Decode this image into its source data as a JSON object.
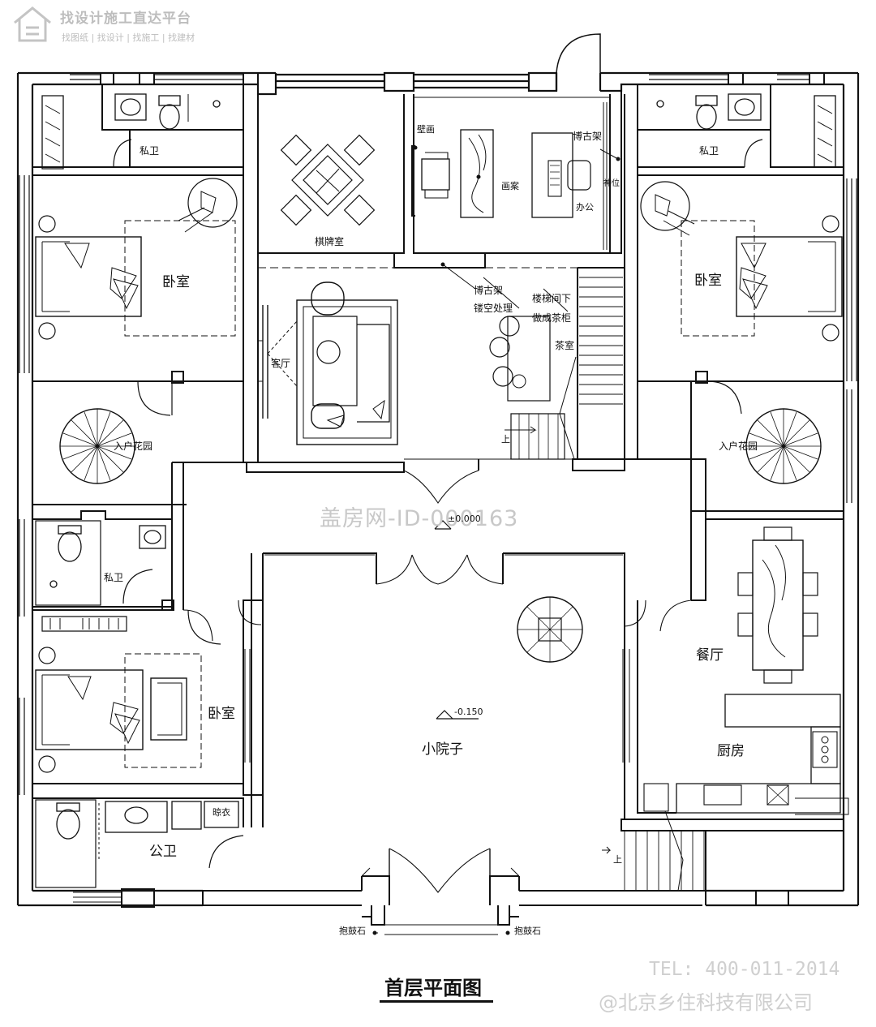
{
  "watermark": {
    "platform": "找设计施工直达平台",
    "links": "找图纸 | 找设计 | 找施工 | 找建材",
    "center": "盖房网-ID-000163",
    "tel": "TEL: 400-011-2014",
    "company": "@北京乡住科技有限公司"
  },
  "title": "首层平面图",
  "rooms": {
    "private_bath_left": "私卫",
    "private_bath_right": "私卫",
    "private_bath_mid": "私卫",
    "chess_room": "棋牌室",
    "mural": "壁画",
    "painting_table": "画案",
    "antique_shelf_top": "博古架",
    "shrine": "神位",
    "office": "办公",
    "bedroom_left": "卧室",
    "bedroom_right": "卧室",
    "bedroom_lower": "卧室",
    "antique_shelf_mid": "博古架",
    "hollow_treatment": "镂空处理",
    "under_stair_1": "楼梯间下",
    "under_stair_2": "做成茶柜",
    "tea_room": "茶室",
    "living_room": "客厅",
    "garden_left": "入户花园",
    "garden_right": "入户花园",
    "dining": "餐厅",
    "kitchen": "厨房",
    "courtyard": "小院子",
    "public_bath": "公卫",
    "laundry": "晾衣",
    "drum_stone_left": "抱鼓石",
    "drum_stone_right": "抱鼓石",
    "up_left": "上",
    "up_right": "上",
    "level_entry": "±0.000",
    "level_yard": "-0.150"
  }
}
